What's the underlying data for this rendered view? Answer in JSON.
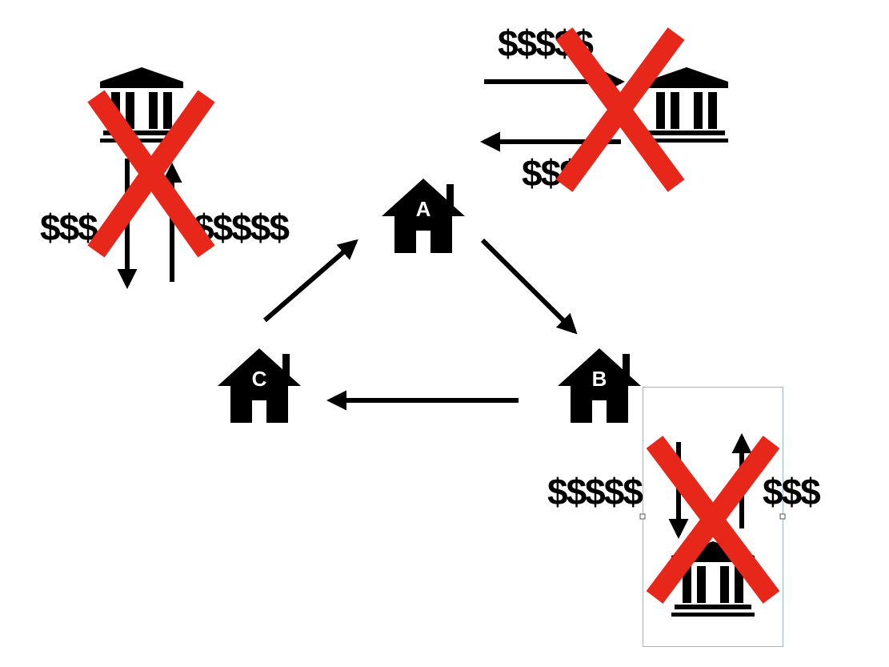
{
  "houses": [
    {
      "id": "A",
      "label": "A"
    },
    {
      "id": "B",
      "label": "B"
    },
    {
      "id": "C",
      "label": "C"
    }
  ],
  "banks": [
    {
      "id": "bank-top-left",
      "money_out": "$$$",
      "money_in": "$$$$$",
      "crossed": true
    },
    {
      "id": "bank-top-right",
      "money_out": "$$$$$",
      "money_in": "$$$",
      "crossed": true
    },
    {
      "id": "bank-bottom-right",
      "money_out": "$$$$$",
      "money_in": "$$$",
      "crossed": true
    }
  ],
  "colors": {
    "ink": "#000000",
    "cross": "#e8271b",
    "selection": "#9bb7cf",
    "background": "#ffffff"
  },
  "icons": {
    "house": "house-icon",
    "bank": "bank-icon",
    "cross": "red-x-icon"
  }
}
